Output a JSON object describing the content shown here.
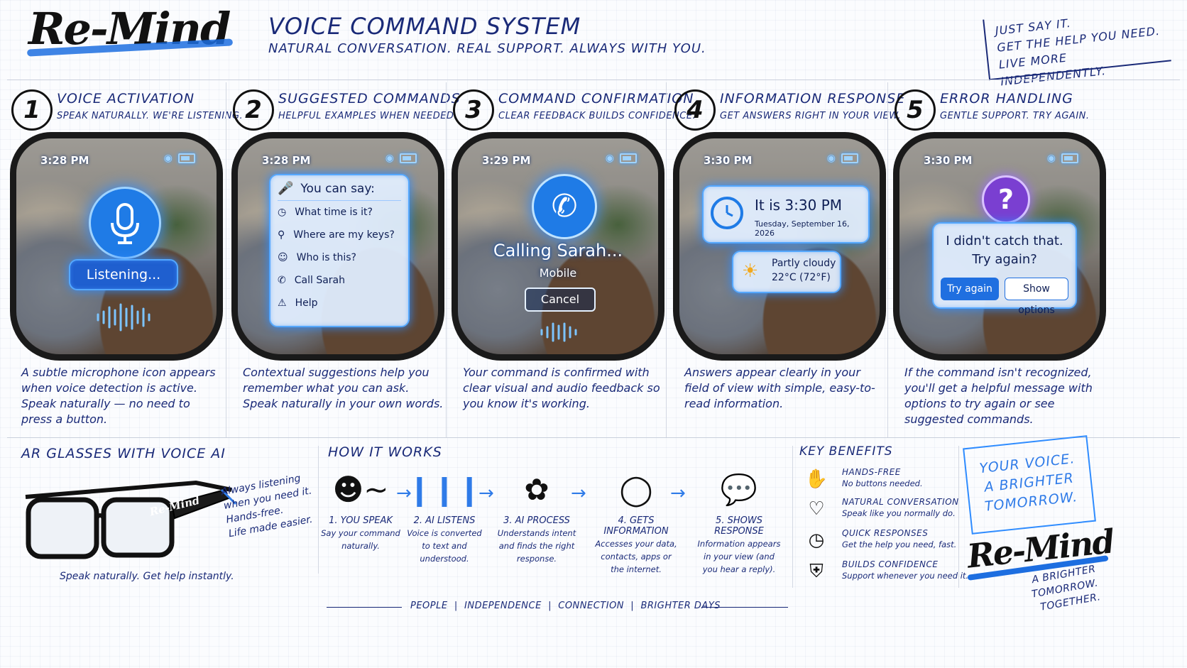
{
  "header": {
    "logo": "Re-Mind",
    "title": "VOICE COMMAND SYSTEM",
    "subtitle": "NATURAL CONVERSATION. REAL SUPPORT. ALWAYS WITH YOU.",
    "tagline": [
      "JUST SAY IT.",
      "GET THE HELP YOU NEED.",
      "LIVE MORE INDEPENDENTLY."
    ]
  },
  "panels": [
    {
      "num": "1",
      "title": "VOICE ACTIVATION",
      "subtitle": "SPEAK NATURALLY. WE'RE LISTENING.",
      "time": "3:28 PM",
      "listening_label": "Listening...",
      "description": "A subtle microphone icon appears when voice detection is active. Speak naturally — no need to press a button."
    },
    {
      "num": "2",
      "title": "SUGGESTED COMMANDS",
      "subtitle": "HELPFUL EXAMPLES WHEN NEEDED.",
      "time": "3:28 PM",
      "heading": "You can say:",
      "items": [
        "What time is it?",
        "Where are my keys?",
        "Who is this?",
        "Call Sarah",
        "Help"
      ],
      "description": "Contextual suggestions help you remember what you can ask. Speak naturally in your own words."
    },
    {
      "num": "3",
      "title": "COMMAND CONFIRMATION",
      "subtitle": "CLEAR FEEDBACK BUILDS CONFIDENCE.",
      "time": "3:29 PM",
      "calling": "Calling Sarah...",
      "calling_sub": "Mobile",
      "cancel_label": "Cancel",
      "description": "Your command is confirmed with clear visual and audio feedback so you know it's working."
    },
    {
      "num": "4",
      "title": "INFORMATION RESPONSE",
      "subtitle": "GET ANSWERS RIGHT IN YOUR VIEW.",
      "time": "3:30 PM",
      "clock_text": "It is 3:30 PM",
      "date": "Tuesday, September 16, 2026",
      "weather": "Partly cloudy",
      "temp": "22°C (72°F)",
      "description": "Answers appear clearly in your field of view with simple, easy-to-read information."
    },
    {
      "num": "5",
      "title": "ERROR HANDLING",
      "subtitle": "GENTLE SUPPORT. TRY AGAIN.",
      "time": "3:30 PM",
      "error_line1": "I didn't catch that.",
      "error_line2": "Try again?",
      "try_again": "Try again",
      "show_options": "Show options",
      "description": "If the command isn't recognized, you'll get a helpful message with options to try again or see suggested commands."
    }
  ],
  "glasses": {
    "title": "AR GLASSES WITH VOICE AI",
    "brand": "Re-Mind",
    "note": [
      "Always listening",
      "when you need it.",
      "Hands-free.",
      "Life made easier."
    ],
    "caption": "Speak naturally. Get help instantly."
  },
  "how_it_works": {
    "title": "HOW IT WORKS",
    "steps": [
      {
        "title": "1. YOU SPEAK",
        "desc": [
          "Say your command",
          "naturally."
        ]
      },
      {
        "title": "2. AI LISTENS",
        "desc": [
          "Voice is converted",
          "to text and",
          "understood."
        ]
      },
      {
        "title": "3. AI PROCESS",
        "desc": [
          "Understands intent",
          "and finds the right",
          "response."
        ]
      },
      {
        "title": "4. GETS INFORMATION",
        "desc": [
          "Accesses your data,",
          "contacts, apps or",
          "the internet."
        ]
      },
      {
        "title": "5. SHOWS RESPONSE",
        "desc": [
          "Information appears",
          "in your view (and",
          "you hear a reply)."
        ]
      }
    ],
    "footer": [
      "PEOPLE",
      "INDEPENDENCE",
      "CONNECTION",
      "BRIGHTER DAYS"
    ]
  },
  "benefits": {
    "title": "KEY BENEFITS",
    "items": [
      {
        "title": "HANDS-FREE",
        "desc": "No buttons needed."
      },
      {
        "title": "NATURAL CONVERSATION",
        "desc": "Speak like you normally do."
      },
      {
        "title": "QUICK RESPONSES",
        "desc": "Get the help you need, fast."
      },
      {
        "title": "BUILDS CONFIDENCE",
        "desc": "Support whenever you need it."
      }
    ]
  },
  "closing": {
    "note": [
      "YOUR VOICE.",
      "A BRIGHTER",
      "TOMORROW."
    ],
    "logo": "Re-Mind",
    "tagline": [
      "A BRIGHTER TOMORROW.",
      "TOGETHER."
    ]
  },
  "colors": {
    "accent": "#2f8cff",
    "ink": "#1a2a78",
    "glow": "#55a8ff",
    "purple": "#7a3fd1"
  }
}
